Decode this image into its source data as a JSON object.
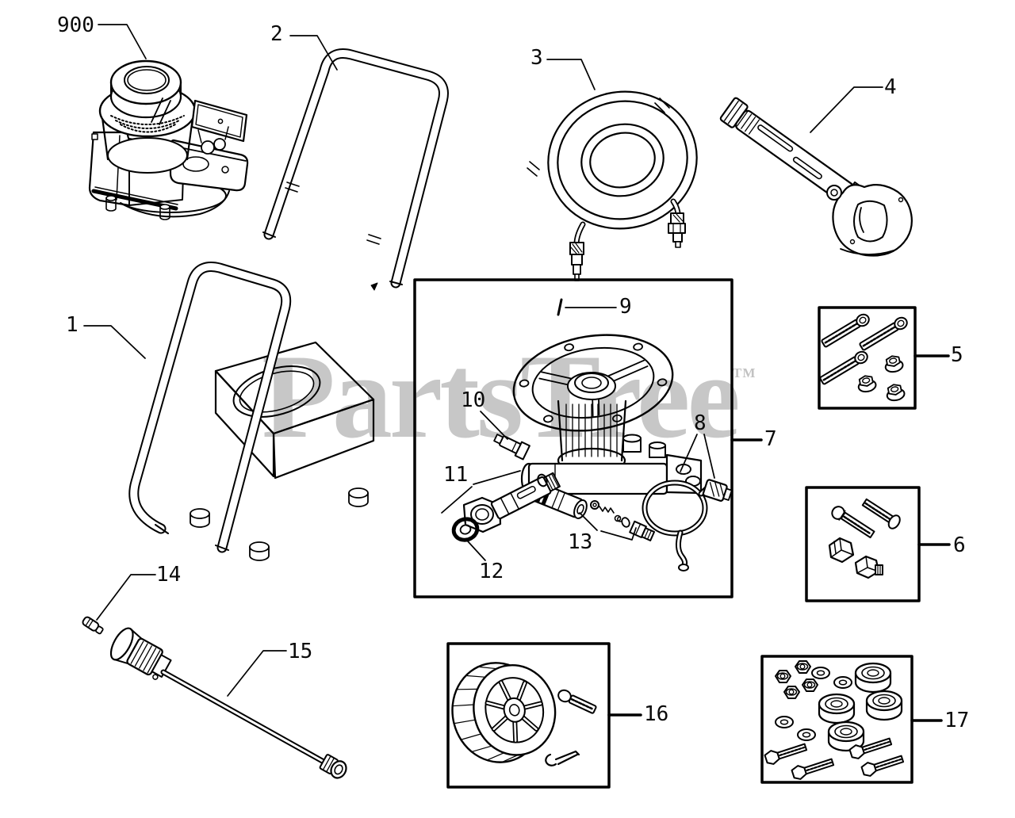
{
  "watermark": {
    "text": "PartsTree",
    "tm_mark": "TM"
  },
  "colors": {
    "line": "#000000",
    "background": "#ffffff",
    "watermark": "#c7c7c7"
  },
  "callouts": {
    "engine": "900",
    "frame": "1",
    "handle": "2",
    "hose": "3",
    "gun": "4",
    "bolt_kit": "5",
    "fastener_kit": "6",
    "pump": "7",
    "bypass_hose": "8",
    "pin": "9",
    "thermal_valve": "10",
    "inlet_coupling": "11",
    "inlet_filter": "12",
    "check_valve_kit": "13",
    "nozzle": "14",
    "wand": "15",
    "wheel_kit": "16",
    "hardware_kit": "17"
  }
}
